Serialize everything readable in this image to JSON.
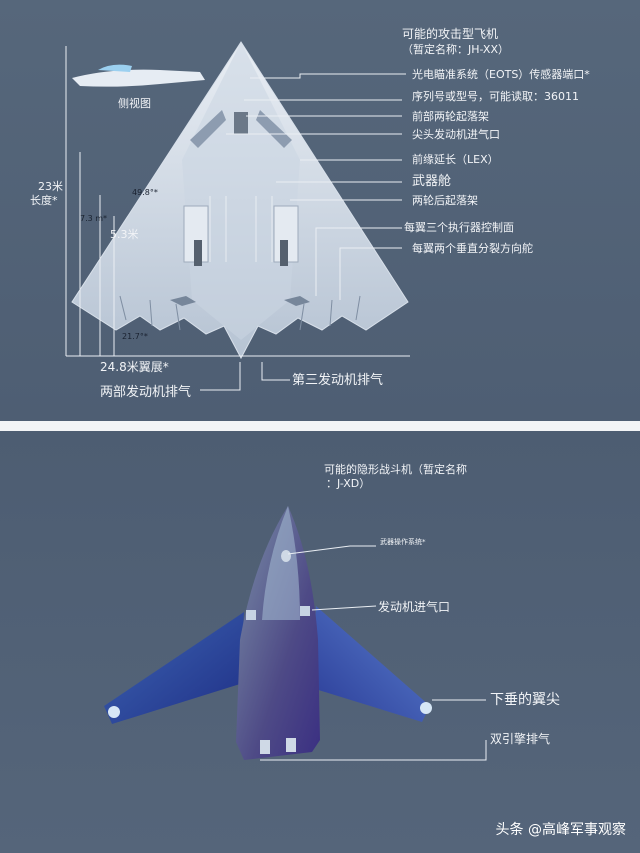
{
  "top": {
    "title": "可能的攻击型飞机",
    "subtitle": "（暂定名称：JH-XX）",
    "side_view": "侧视图",
    "callouts": [
      "光电瞄准系统（EOTS）传感器端口*",
      "序列号或型号，可能读取：36011",
      "前部两轮起落架",
      "尖头发动机进气口",
      "前缘延长（LEX）",
      "武器舱",
      "两轮后起落架",
      "每翼三个执行器控制面",
      "每翼两个垂直分裂方向舵"
    ],
    "dim_length": "23米",
    "dim_length_unit": "长度*",
    "dim_angle_lex": "49.8°*",
    "dim_73": "7.3 m*",
    "dim_53": "5.3米",
    "dim_angle_trail": "21.7°*",
    "dim_span": "24.8米翼展*",
    "exhaust_two": "两部发动机排气",
    "exhaust_third": "第三发动机排气"
  },
  "bottom": {
    "title_line1": "可能的隐形战斗机（暂定名称",
    "title_line2": "：J-XD）",
    "callout_weapon": "武器操作系统*",
    "callout_inlet": "发动机进气口",
    "callout_wingtip": "下垂的翼尖",
    "callout_exhaust": "双引擎排气"
  },
  "watermark": "头条 @高峰军事观察"
}
